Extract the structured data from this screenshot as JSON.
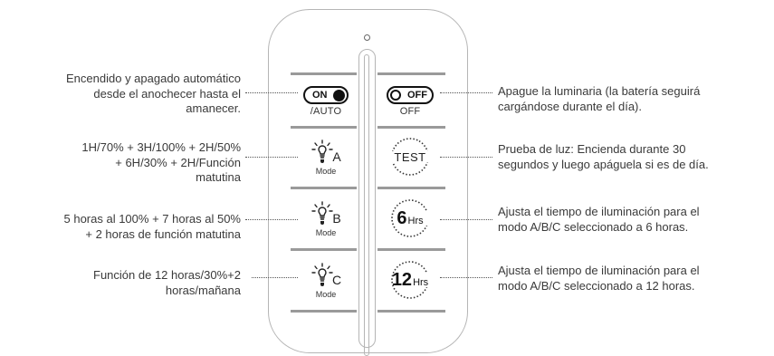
{
  "buttons": {
    "on_auto": {
      "pill_text": "ON",
      "label": "/AUTO"
    },
    "off": {
      "pill_text": "OFF",
      "label": "OFF"
    },
    "mode_a": {
      "letter": "A",
      "label": "Mode"
    },
    "mode_b": {
      "letter": "B",
      "label": "Mode"
    },
    "mode_c": {
      "letter": "C",
      "label": "Mode"
    },
    "test": {
      "text": "TEST"
    },
    "hrs6": {
      "number": "6",
      "unit": "Hrs"
    },
    "hrs12": {
      "number": "12",
      "unit": "Hrs"
    }
  },
  "descriptions": {
    "on_auto": [
      "Encendido y apagado automático",
      "desde el anochecer hasta el",
      "amanecer."
    ],
    "off": [
      "Apague la luminaria (la batería seguirá",
      "cargándose durante el día)."
    ],
    "mode_a": [
      "1H/70% + 3H/100% + 2H/50%",
      "+ 6H/30% + 2H/Función",
      "matutina"
    ],
    "test": [
      "Prueba de luz: Encienda durante 30",
      "segundos y luego apáguela si es de día."
    ],
    "mode_b": [
      "5 horas al 100% + 7 horas al 50%",
      "+ 2 horas de función matutina"
    ],
    "hrs6": [
      "Ajusta el tiempo de iluminación para el",
      "modo A/B/C seleccionado a 6 horas."
    ],
    "mode_c": [
      "Función de 12 horas/30%+2",
      "horas/mañana"
    ],
    "hrs12": [
      "Ajusta el tiempo de iluminación para el",
      "modo A/B/C seleccionado a 12 horas."
    ]
  }
}
